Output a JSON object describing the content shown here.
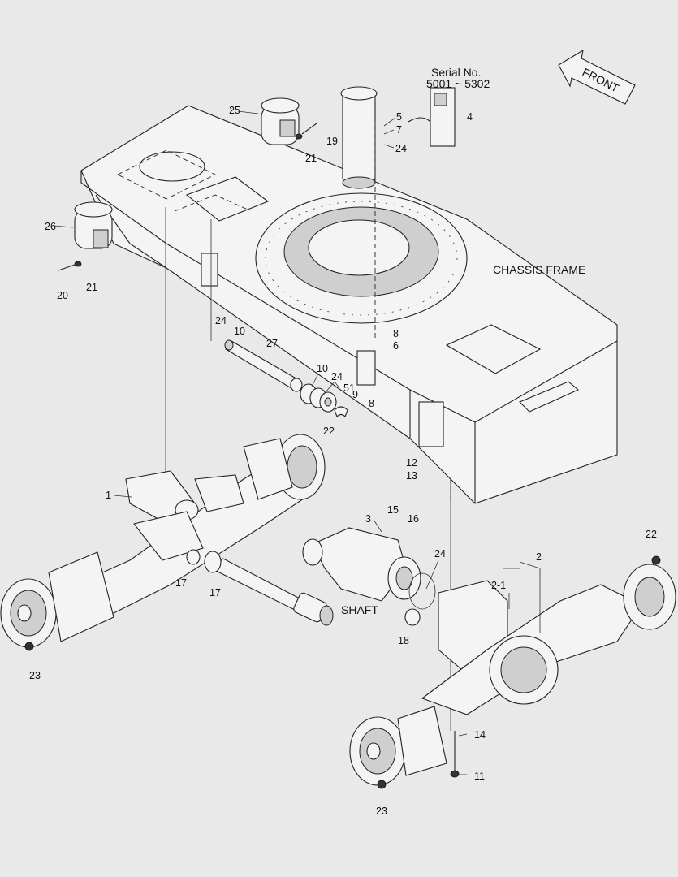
{
  "labels": {
    "serial_title": "Serial No.",
    "serial_range": "5001 ~ 5302",
    "front": "FRONT",
    "chassis_frame": "CHASSIS FRAME",
    "shaft": "SHAFT"
  },
  "callouts": [
    "1",
    "2",
    "2-1",
    "3",
    "4",
    "5",
    "6",
    "7",
    "8",
    "8",
    "9",
    "10",
    "10",
    "11",
    "12",
    "13",
    "14",
    "15",
    "16",
    "17",
    "17",
    "18",
    "19",
    "20",
    "21",
    "21",
    "22",
    "22",
    "23",
    "23",
    "24",
    "24",
    "24",
    "24",
    "25",
    "26",
    "27",
    "51"
  ]
}
